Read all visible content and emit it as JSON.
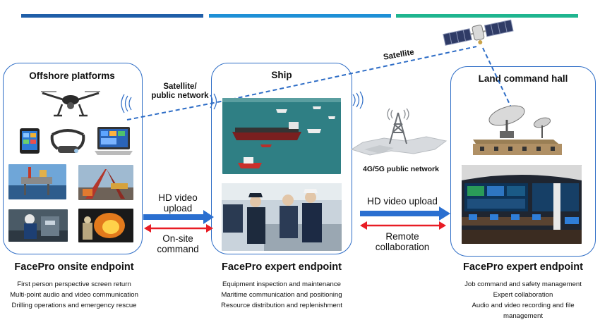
{
  "colors": {
    "bar1": "#1f5ea8",
    "bar2": "#1e90d6",
    "bar3": "#1fb58f",
    "panel_border": "#2e6dc6",
    "arrow_blue": "#2a6fd0",
    "arrow_red": "#e81c24",
    "dash": "#2e6dc6"
  },
  "panels": {
    "offshore": {
      "title": "Offshore platforms"
    },
    "ship": {
      "title": "Ship"
    },
    "land": {
      "title": "Land command hall"
    }
  },
  "links": {
    "satellite_public": [
      "Satellite/",
      "public network"
    ],
    "satellite": "Satellite",
    "public_network": "4G/5G public network"
  },
  "arrows": {
    "left": {
      "upload": [
        "HD video",
        "upload"
      ],
      "command": [
        "On-site",
        "command"
      ]
    },
    "right": {
      "upload": "HD video upload",
      "collab": [
        "Remote",
        "collaboration"
      ]
    }
  },
  "endpoints": [
    {
      "title": "FacePro onsite endpoint",
      "features": [
        "First person perspective screen return",
        "Multi-point audio and video communication",
        "Drilling operations and emergency rescue"
      ]
    },
    {
      "title": "FacePro expert endpoint",
      "features": [
        "Equipment inspection and maintenance",
        "Maritime communication and positioning",
        "Resource distribution and replenishment"
      ]
    },
    {
      "title": "FacePro expert endpoint",
      "features": [
        "Job command and safety management",
        "Expert collaboration",
        "Audio and video recording and file",
        "management"
      ]
    }
  ],
  "icons": [
    "drone-icon",
    "tablet-icon",
    "ar-headset-icon",
    "laptop-icon",
    "satellite-icon",
    "cell-tower-icon",
    "satellite-dish-icon",
    "wifi-signal-icon"
  ]
}
